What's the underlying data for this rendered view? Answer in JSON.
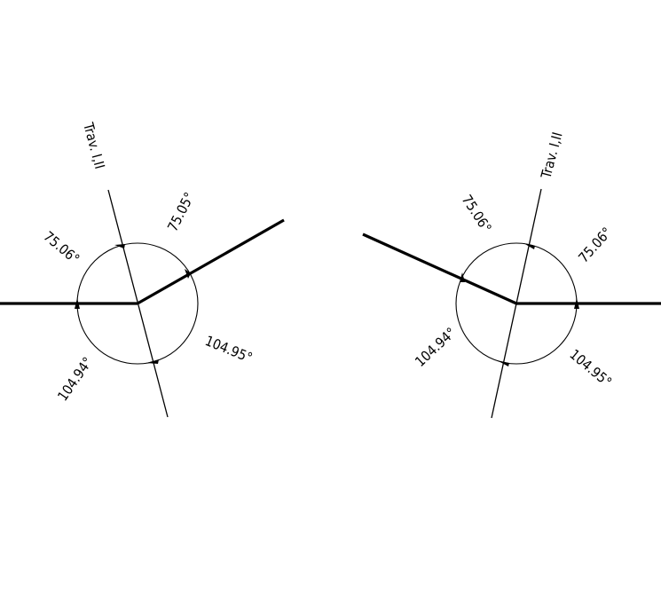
{
  "diagrams": {
    "left": {
      "line_label": "Trav. I,II",
      "angles": {
        "upper_left": "75.06°",
        "upper_right": "75.05°",
        "lower_right": "104.95°",
        "lower_left": "104.94°"
      }
    },
    "right": {
      "line_label": "Trav. I,II",
      "angles": {
        "upper_left": "75.06°",
        "upper_right": "75.06°",
        "lower_right": "104.95°",
        "lower_left": "104.94°"
      }
    }
  }
}
